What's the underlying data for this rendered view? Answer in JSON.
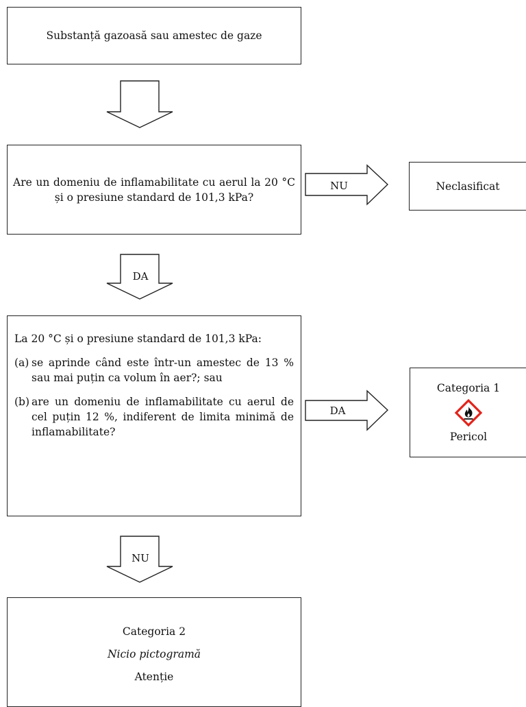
{
  "start": {
    "text": "Substanță gazoasă sau amestec de gaze"
  },
  "question1": {
    "text": "Are un domeniu de inflamabilitate cu aerul la 20 °C și o presiune standard de 101,3 kPa?"
  },
  "arrow_q1_no": {
    "label": "NU"
  },
  "not_classified": {
    "text": "Neclasificat"
  },
  "arrow_q1_yes": {
    "label": "DA"
  },
  "question2": {
    "intro": "La 20 °C și o presiune standard de 101,3 kPa:",
    "criteria": [
      {
        "letter": "(a)",
        "text": "se aprinde când este într-un amestec de 13 % sau mai puțin ca volum în aer?; sau"
      },
      {
        "letter": "(b)",
        "text": "are un domeniu de inflamabilitate cu aerul de cel puțin 12 %, indiferent de limita minimă de inflamabilitate?"
      }
    ]
  },
  "arrow_q2_yes": {
    "label": "DA"
  },
  "category1": {
    "title": "Categoria 1",
    "pictogram": "flame-pictogram",
    "signal_word": "Pericol",
    "pictogram_border_color": "#e2231a"
  },
  "arrow_q2_no": {
    "label": "NU"
  },
  "category2": {
    "title": "Categoria 2",
    "pictogram_note": "Nicio pictogramă",
    "signal_word": "Atenție"
  }
}
